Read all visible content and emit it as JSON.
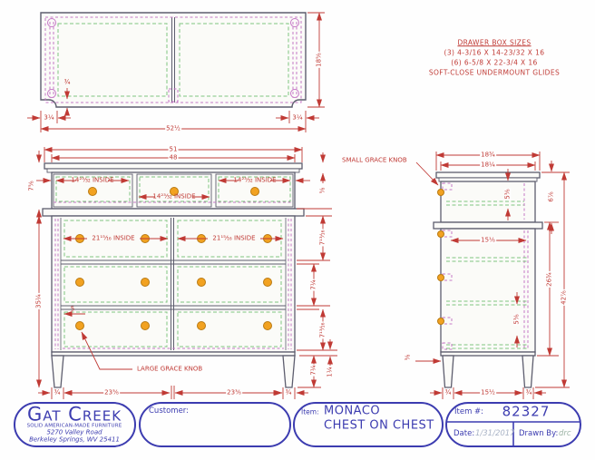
{
  "colors": {
    "dimension_red": "#c03a35",
    "outline_dark": "#5d5d6e",
    "hidden_green": "#7fc47f",
    "hidden_magenta": "#c678c6",
    "knob_orange": "#f2a221",
    "title_navy": "#3c3cb0"
  },
  "notes": {
    "title": "DRAWER BOX SIZES",
    "lines": [
      "(3) 4-3/16 X 14-23/32 X 16",
      "(6) 6-5/8 X 22-3/4 X 16",
      "SOFT-CLOSE UNDERMOUNT GLIDES"
    ]
  },
  "top_view": {
    "overall_width": "52½",
    "left_inset": "3¼",
    "right_inset": "3¼",
    "back_notch": "¾",
    "depth": "18⅝"
  },
  "front_view": {
    "top_width": "51",
    "case_width": "48",
    "upper_drawer_inside": "14²³⁄₃₂ INSIDE",
    "lower_drawer_inside": "21¹⁵⁄₁₆ INSIDE",
    "upper_case_height": "7⅝",
    "lower_case_height": "35¼",
    "leg_width": "¾",
    "knob_offset": "5",
    "right_dims": [
      "⅝",
      "7¹³⁄₁₆",
      "7¼",
      "7¹³⁄₁₆",
      "7¼",
      "1¼"
    ],
    "bottom_dims": [
      "23⅜",
      "23⅜",
      "¾"
    ],
    "large_knob_label": "LARGE GRACE KNOB"
  },
  "side_view": {
    "top_depth": "18¾",
    "case_depth": "18¼",
    "upper_inside_height": "5⅜",
    "upper_case_height": "6⅞",
    "inside_depth": "15⅛",
    "lower_case_height": "26¾",
    "total_height": "42⅞",
    "lower_inside_height": "5⅜",
    "leg_offset": "⅜",
    "bottom_dims": [
      "¾",
      "15½",
      "¾"
    ],
    "small_knob_label": "SMALL GRACE KNOB"
  },
  "title_block": {
    "company": "Gat Creek",
    "tagline": "SOLID AMERICAN-MADE FURNITURE",
    "address_line1": "5270 Valley Road",
    "address_line2": "Berkeley Springs, WV  25411",
    "customer_label": "Customer:",
    "item_label": "Item:",
    "item_name_line1": "MONACO",
    "item_name_line2": "CHEST ON CHEST",
    "item_number_label": "Item #:",
    "item_number": "82327",
    "date_label": "Date:",
    "date_value": "1/31/2017",
    "drawn_by_label": "Drawn By:",
    "drawn_by_value": "drc"
  }
}
